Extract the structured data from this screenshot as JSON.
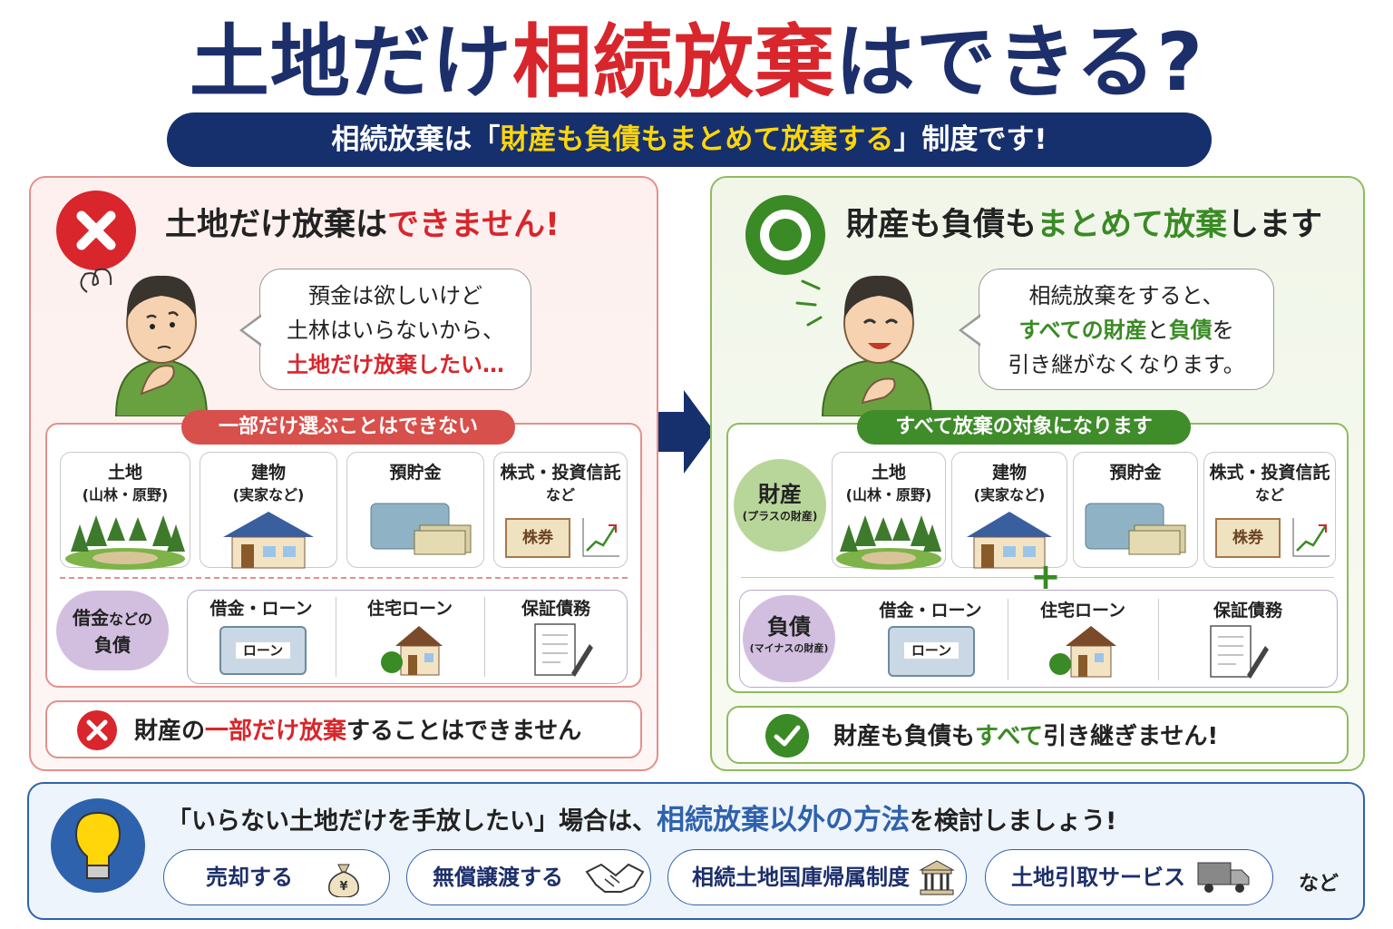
{
  "title": {
    "part1": "土地だけ",
    "part2": "相続放棄",
    "part3": "はできる?"
  },
  "subtitle": {
    "part1": "相続放棄は「",
    "part2": "財産も負債もまとめて放棄する",
    "part3": "」制度です!"
  },
  "left": {
    "heading": {
      "part1": "土地だけ放棄は",
      "part2": "できません!"
    },
    "bubble": {
      "line1": "預金は欲しいけど",
      "line2": "土林はいらないから、",
      "line3": "土地だけ放棄したい…"
    },
    "pill": "一部だけ選ぶことはできない",
    "assets": [
      {
        "label": "土地",
        "sub": "(山林・原野)"
      },
      {
        "label": "建物",
        "sub": "(実家など)"
      },
      {
        "label": "預貯金",
        "sub": ""
      },
      {
        "label": "株式・投資信託",
        "sub": "など"
      }
    ],
    "stock_text": "株券",
    "debt_label": {
      "line1a": "借金",
      "line1b": "などの",
      "line2": "負債"
    },
    "debts": [
      "借金・ローン",
      "住宅ローン",
      "保証債務"
    ],
    "loan_text": "ローン",
    "result": {
      "part1": "財産の",
      "part2": "一部だけ放棄",
      "part3": "することはできません"
    }
  },
  "right": {
    "heading": {
      "part1": "財産も負債も",
      "part2": "まとめて放棄",
      "part3": "します"
    },
    "bubble": {
      "line1": "相続放棄をすると、",
      "line2a": "すべての財産",
      "line2b": "と",
      "line2c": "負債",
      "line2d": "を",
      "line3": "引き継がなくなります。"
    },
    "pill": "すべて放棄の対象になります",
    "asset_label": {
      "main": "財産",
      "sub": "(プラスの財産)"
    },
    "assets": [
      {
        "label": "土地",
        "sub": "(山林・原野)"
      },
      {
        "label": "建物",
        "sub": "(実家など)"
      },
      {
        "label": "預貯金",
        "sub": ""
      },
      {
        "label": "株式・投資信託",
        "sub": "など"
      }
    ],
    "stock_text": "株券",
    "plus": "+",
    "debt_label": {
      "main": "負債",
      "sub": "(マイナスの財産)"
    },
    "debts": [
      "借金・ローン",
      "住宅ローン",
      "保証債務"
    ],
    "loan_text": "ローン",
    "result": {
      "part1": "財産も負債も",
      "part2": "すべて",
      "part3": "引き継ぎません!"
    }
  },
  "bottom": {
    "text": {
      "part1": "「いらない土地だけを手放したい」場合は、",
      "part2": "相続放棄以外の方法",
      "part3": "を検討しましょう!"
    },
    "options": [
      "売却する",
      "無償譲渡する",
      "相続土地国庫帰属制度",
      "土地引取サービス"
    ],
    "etc": "など",
    "yen": "¥"
  },
  "colors": {
    "navy": "#16306e",
    "red": "#d8262c",
    "green": "#3a8a25",
    "yellow": "#ffd60a",
    "blue": "#2e62ad"
  }
}
